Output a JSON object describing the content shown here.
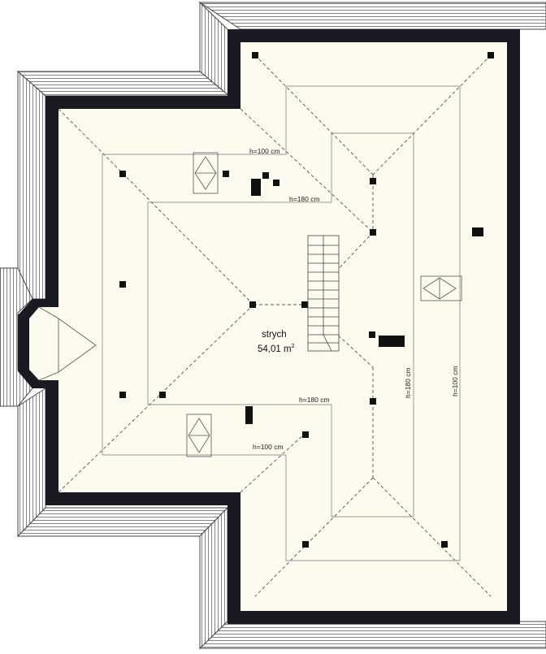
{
  "plan": {
    "room_name": "strych",
    "room_area": "54,01 m",
    "area_superscript": "2",
    "dimensions": {
      "upper_left_h100": "h=100 cm",
      "upper_left_h180": "h=180 cm",
      "lower_left_h180": "h=180 cm",
      "lower_left_h100": "h=100 cm",
      "right_h180": "h=180 cm",
      "right_h100": "h=100 cm"
    }
  },
  "colors": {
    "floor_fill": "#fcfbee",
    "wall": "#1a1a22",
    "roof_line": "#555555",
    "dashed": "#555555"
  }
}
